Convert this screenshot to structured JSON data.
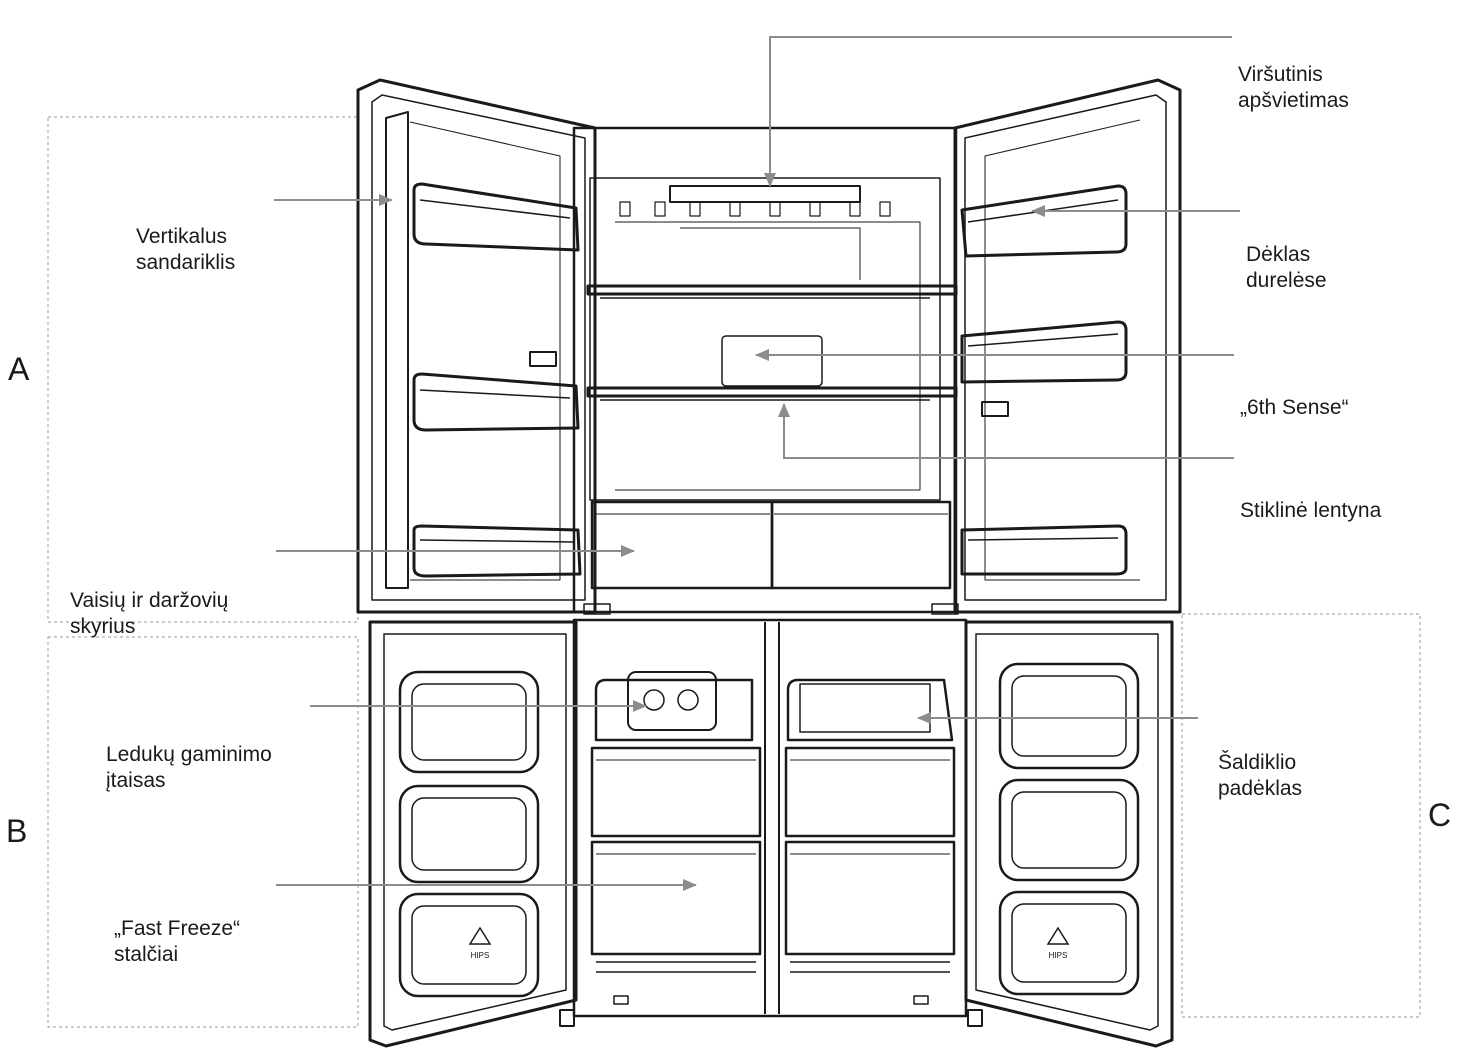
{
  "zones": {
    "a": "A",
    "b": "B",
    "c": "C"
  },
  "labels": {
    "top_light": [
      "Viršutinis",
      "apšvietimas"
    ],
    "vertical_seal": [
      "Vertikalus",
      "sandariklis"
    ],
    "door_bin": [
      "Dėklas",
      "durelėse"
    ],
    "sixth_sense": [
      "„6th Sense“"
    ],
    "glass_shelf": [
      "Stiklinė lentyna"
    ],
    "crisper": [
      "Vaisių ir daržovių",
      "skyrius"
    ],
    "ice_maker": [
      "Ledukų gaminimo",
      "įtaisas"
    ],
    "freezer_tray": [
      "Šaldiklio",
      "padėklas"
    ],
    "fast_freeze": [
      "„Fast Freeze“",
      "stalčiai"
    ]
  },
  "badges": {
    "left": "HIPS",
    "right": "HIPS"
  },
  "colors": {
    "outline": "#1a1a1a",
    "arrow": "#8c8c8c",
    "dash": "#9a9a9a"
  }
}
